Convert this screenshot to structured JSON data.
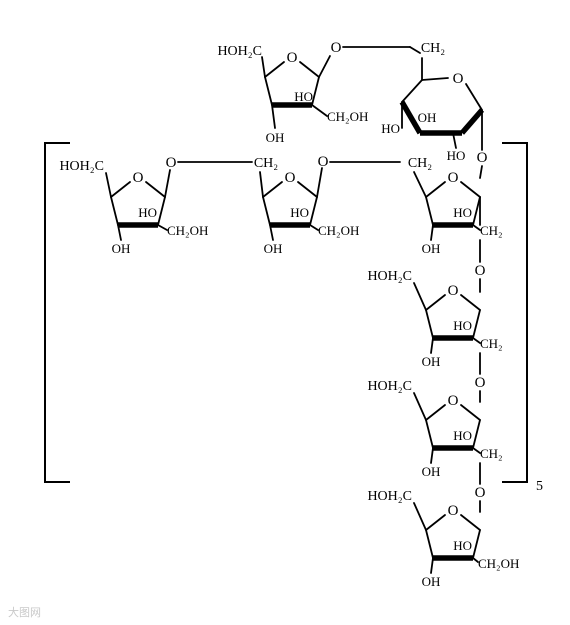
{
  "labels": {
    "hoh2c": "HOH₂C",
    "ch2": "CH₂",
    "ch2oh": "CH₂OH",
    "oh": "OH",
    "ho": "HO",
    "o": "O",
    "c": "C"
  },
  "repeat_count": "5",
  "watermark": "大图网"
}
